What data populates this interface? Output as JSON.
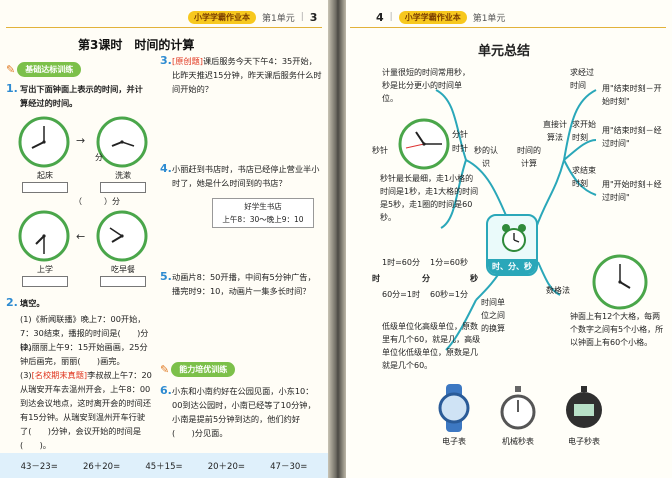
{
  "left": {
    "header": {
      "tag": "小学学霸作业本",
      "unit": "第1单元",
      "page": "3"
    },
    "lesson_title": "第3课时　时间的计算",
    "section_basic": "基础达标训练",
    "section_ability": "能力培优训练",
    "q1": {
      "num": "1.",
      "text": "写出下面钟面上表示的时间，并计算经过的时间。",
      "labels": [
        "起床",
        "洗漱",
        "上学",
        "吃早餐"
      ],
      "unit": "分",
      "unit2": "）分",
      "paren": "（"
    },
    "q2": {
      "num": "2.",
      "text": "填空。",
      "items": [
        "(1)《新闻联播》晚上7：00开始，7：30结束，播报的时间是(　　)分钟。",
        "(2)丽丽上午9：15开始画画，25分钟后画完，丽丽(　　)画完。",
        "(3)",
        "[名校期末真题]李叔叔上午7：20从瑞安开车去温州开会，上午8：00到达会议地点，这时离开会的时间还有15分钟。从瑞安到温州开车行驶了(　　)分钟，会议开始的时间是(　　)。"
      ],
      "item3_tag": "[名校期末真题]",
      "item3_text": "李叔叔上午7：20从瑞安开车去温州开会，上午8：00到达会议地点，这时离开会的时间还有15分钟。从瑞安到温州开车行驶了(　　)分钟，会议开始的时间是(　　)。"
    },
    "q3": {
      "num": "3.",
      "tag": "[原创题]",
      "text": "课后服务今天下午4：35开始，比昨天推迟15分钟，昨天课后服务什么时间开始的？"
    },
    "q4": {
      "num": "4.",
      "text": "小丽赶到书店时，书店已经停止营业半小时了，她是什么时间到的书店？",
      "sign_title": "好学生书店",
      "sign_hours": "上午8：30～晚上9：10"
    },
    "q5": {
      "num": "5.",
      "text": "动画片8：50开播，中间有5分钟广告，播完时9：10，动画片一集多长时间？"
    },
    "q6": {
      "num": "6.",
      "text": "小东和小南约好在公园见面，小东10：00到达公园时，小南已经等了10分钟，小南是提前5分钟到达的，他们约好(　　)分见面。"
    },
    "math": [
      "43－23=",
      "26＋20=",
      "45＋15=",
      "20＋20=",
      "47－30="
    ]
  },
  "right": {
    "header": {
      "page": "4",
      "tag": "小学学霸作业本",
      "unit": "第1单元"
    },
    "title": "单元总结",
    "center": "时、分、秒",
    "top_note": "计量很短的时间常用秒，秒是比分更小的时间单位。",
    "clock_labels": {
      "second": "秒针",
      "minute": "分针",
      "hour": "时针"
    },
    "node_recognize": "秒的认识",
    "second_note": "秒针最长最细，走1小格的时间是1秒，走1大格的时间是5秒，走1圈的时间是60秒。",
    "node_calc": "时间的计算",
    "node_direct": "直接计算法",
    "calc_items": [
      {
        "head": "求经过时间",
        "body": "用\"结束时刻－开始时刻\""
      },
      {
        "head": "求开始时刻",
        "body": "用\"结束时刻－经过时间\""
      },
      {
        "head": "求结束时刻",
        "body": "用\"开始时刻＋经过时间\""
      }
    ],
    "node_count": "数格法",
    "count_note": "钟面上有12个大格，每两个数字之间有5个小格，所以钟面上有60个小格。",
    "conv": {
      "a": "1时=60分",
      "b": "1分=60秒",
      "h": "时",
      "m": "分",
      "s": "秒",
      "c": "60分=1时",
      "d": "60秒=1分"
    },
    "node_units": "时间单位之间的换算",
    "units_note": "低级单位化高级单位，原数里有几个60，就是几，高级单位化低级单位，原数是几就是几个60。",
    "watches": [
      "电子表",
      "机械秒表",
      "电子秒表"
    ]
  },
  "colors": {
    "accent_blue": "#2e8bd1",
    "accent_green": "#7cc04a",
    "tag_yellow": "#f7c81e",
    "mind_teal": "#2aa7b9"
  }
}
